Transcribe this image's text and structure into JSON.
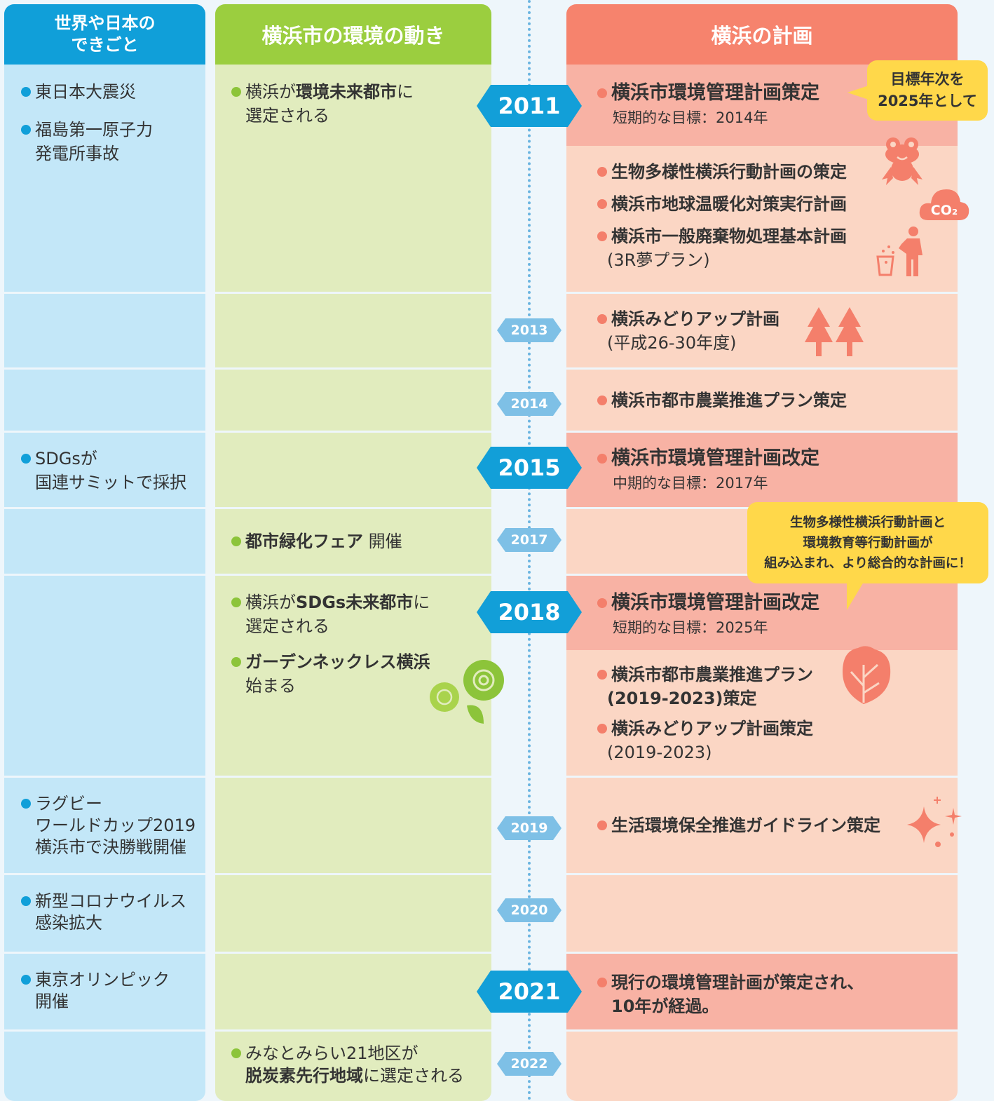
{
  "headers": {
    "world": "世界や日本の\nできごと",
    "world_line1": "世界や日本の",
    "world_line2": "できごと",
    "env": "横浜市の環境の動き",
    "plan": "横浜の計画"
  },
  "years": [
    "2011",
    "2013",
    "2014",
    "2015",
    "2017",
    "2018",
    "2019",
    "2020",
    "2021",
    "2022"
  ],
  "world_events": {
    "e2011_1": "東日本大震災",
    "e2011_2a": "福島第一原子力",
    "e2011_2b": "発電所事故",
    "e2015a": "SDGsが",
    "e2015b": "国連サミットで採択",
    "e2019a": "ラグビー",
    "e2019b": "ワールドカップ2019",
    "e2019c": "横浜市で決勝戦開催",
    "e2020a": "新型コロナウイルス",
    "e2020b": "感染拡大",
    "e2021a": "東京オリンピック",
    "e2021b": "開催"
  },
  "env_events": {
    "e2011_pre": "横浜が",
    "e2011_bold": "環境未来都市",
    "e2011_post": "に",
    "e2011_line2": "選定される",
    "e2017_bold": "都市緑化フェア",
    "e2017_post": "開催",
    "e2018_pre": "横浜が",
    "e2018_bold": "SDGs未来都市",
    "e2018_post": "に",
    "e2018_line2": "選定される",
    "e2018b_bold": "ガーデンネックレス横浜",
    "e2018b_line2": "始まる",
    "e2022_line1": "みなとみらい21地区が",
    "e2022_bold": "脱炭素先行地域",
    "e2022_post": "に選定される"
  },
  "plans": {
    "p2011_title": "横浜市環境管理計画策定",
    "p2011_sub": "短期的な目標：2014年",
    "p2011b_1": "生物多様性横浜行動計画の策定",
    "p2011b_2": "横浜市地球温暖化対策実行計画",
    "p2011b_3": "横浜市一般廃棄物処理基本計画",
    "p2011b_3sub": "(3R夢プラン)",
    "p2013": "横浜みどりアップ計画",
    "p2013sub": "(平成26-30年度)",
    "p2014": "横浜市都市農業推進プラン策定",
    "p2015_title": "横浜市環境管理計画改定",
    "p2015_sub": "中期的な目標：2017年",
    "p2018_title": "横浜市環境管理計画改定",
    "p2018_sub": "短期的な目標：2025年",
    "p2018b_1": "横浜市都市農業推進プラン",
    "p2018b_1sub": "(2019-2023)策定",
    "p2018b_2": "横浜みどりアップ計画策定",
    "p2018b_2sub": "(2019-2023)",
    "p2019": "生活環境保全推進ガイドライン策定",
    "p2021_1": "現行の環境管理計画が策定され、",
    "p2021_2": "10年が経過。"
  },
  "bubbles": {
    "b1_line1": "目標年次を",
    "b1_line2": "2025年として",
    "b2_line1": "生物多様性横浜行動計画と",
    "b2_line2": "環境教育等行動計画が",
    "b2_line3": "組み込まれ、より総合的な計画に！"
  },
  "icons": [
    "frog-icon",
    "co2-cloud-icon",
    "recycling-person-icon",
    "trees-icon",
    "rose-icon",
    "lettuce-icon",
    "sparkle-icon"
  ],
  "colors": {
    "world": "#109fd9",
    "env": "#9bce3f",
    "plan": "#f6836d",
    "callout": "#ffd84a"
  }
}
